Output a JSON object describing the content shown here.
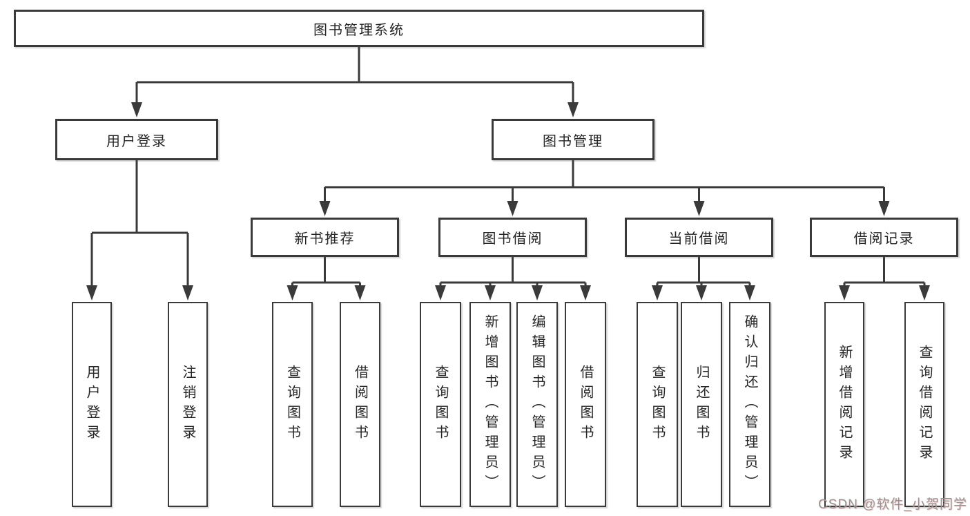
{
  "diagram": {
    "title": "图书管理系统",
    "colors": {
      "line": "#3a3a3a",
      "box_background": "#ffffff",
      "text": "#262626",
      "watermark_gray": "#8f8f8f",
      "watermark_pink": "#f0a0a0"
    },
    "nodes": {
      "root": "图书管理系统",
      "user_login": "用户登录",
      "book_mgmt": "图书管理",
      "new_book_rec": "新书推荐",
      "book_borrow": "图书借阅",
      "current_borrow": "当前借阅",
      "borrow_records": "借阅记录",
      "leaf_user_login": "用户登录",
      "leaf_logout": "注销登录",
      "leaf_rec_query_books": "查询图书",
      "leaf_rec_borrow_books": "借阅图书",
      "leaf_bb_query_books": "查询图书",
      "leaf_bb_add_books_admin": "新增图书（管理员）",
      "leaf_bb_edit_books_admin": "编辑图书（管理员）",
      "leaf_bb_borrow_books": "借阅图书",
      "leaf_cb_query_books": "查询图书",
      "leaf_cb_return_books": "归还图书",
      "leaf_cb_confirm_return_admin": "确认归还（管理员）",
      "leaf_br_add_record": "新增借阅记录",
      "leaf_br_query_record": "查询借阅记录"
    },
    "watermark": "CSDN @软件_小贺同学"
  }
}
